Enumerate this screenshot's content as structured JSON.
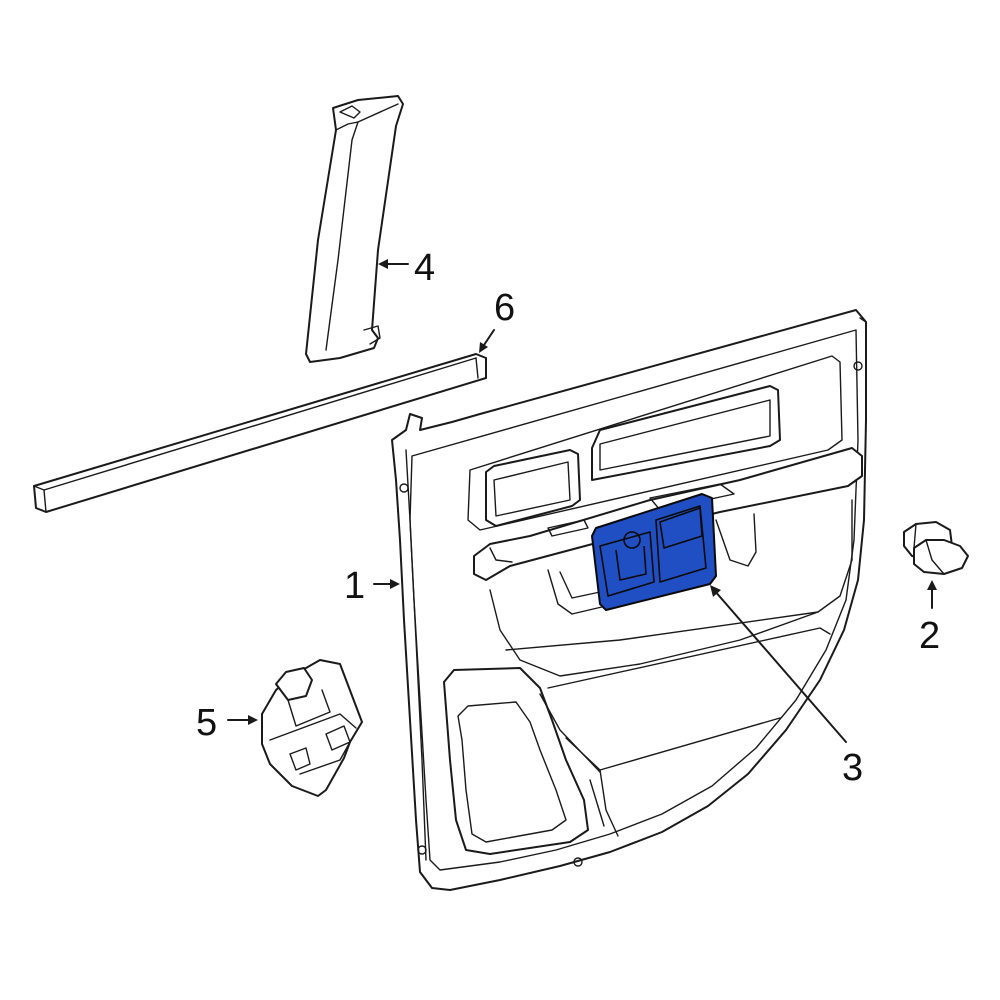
{
  "callouts": [
    {
      "id": "door-trim-panel",
      "label": "1"
    },
    {
      "id": "push-pin-retainer",
      "label": "2"
    },
    {
      "id": "inside-door-handle",
      "label": "3"
    },
    {
      "id": "pillar-trim",
      "label": "4"
    },
    {
      "id": "window-switch",
      "label": "5"
    },
    {
      "id": "belt-molding",
      "label": "6"
    }
  ],
  "colors": {
    "highlight": "#1f4fc2",
    "line": "#1a1a1a",
    "background": "#ffffff"
  }
}
